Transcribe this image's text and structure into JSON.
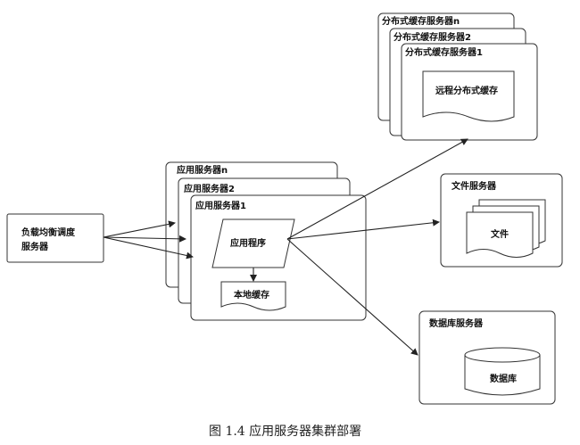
{
  "load_balancer": {
    "line1": "负载均衡调度",
    "line2": "服务器"
  },
  "app_servers": {
    "labels": [
      "应用服务器n",
      "应用服务器2",
      "应用服务器1"
    ],
    "program": "应用程序",
    "local_cache": "本地缓存"
  },
  "cache_servers": {
    "labels": [
      "分布式缓存服务器n",
      "分布式缓存服务器2",
      "分布式缓存服务器1"
    ],
    "remote_cache": "远程分布式缓存"
  },
  "file_server": {
    "title": "文件服务器",
    "doc": "文件"
  },
  "db_server": {
    "title": "数据库服务器",
    "db": "数据库"
  },
  "caption": "图 1.4    应用服务器集群部署"
}
